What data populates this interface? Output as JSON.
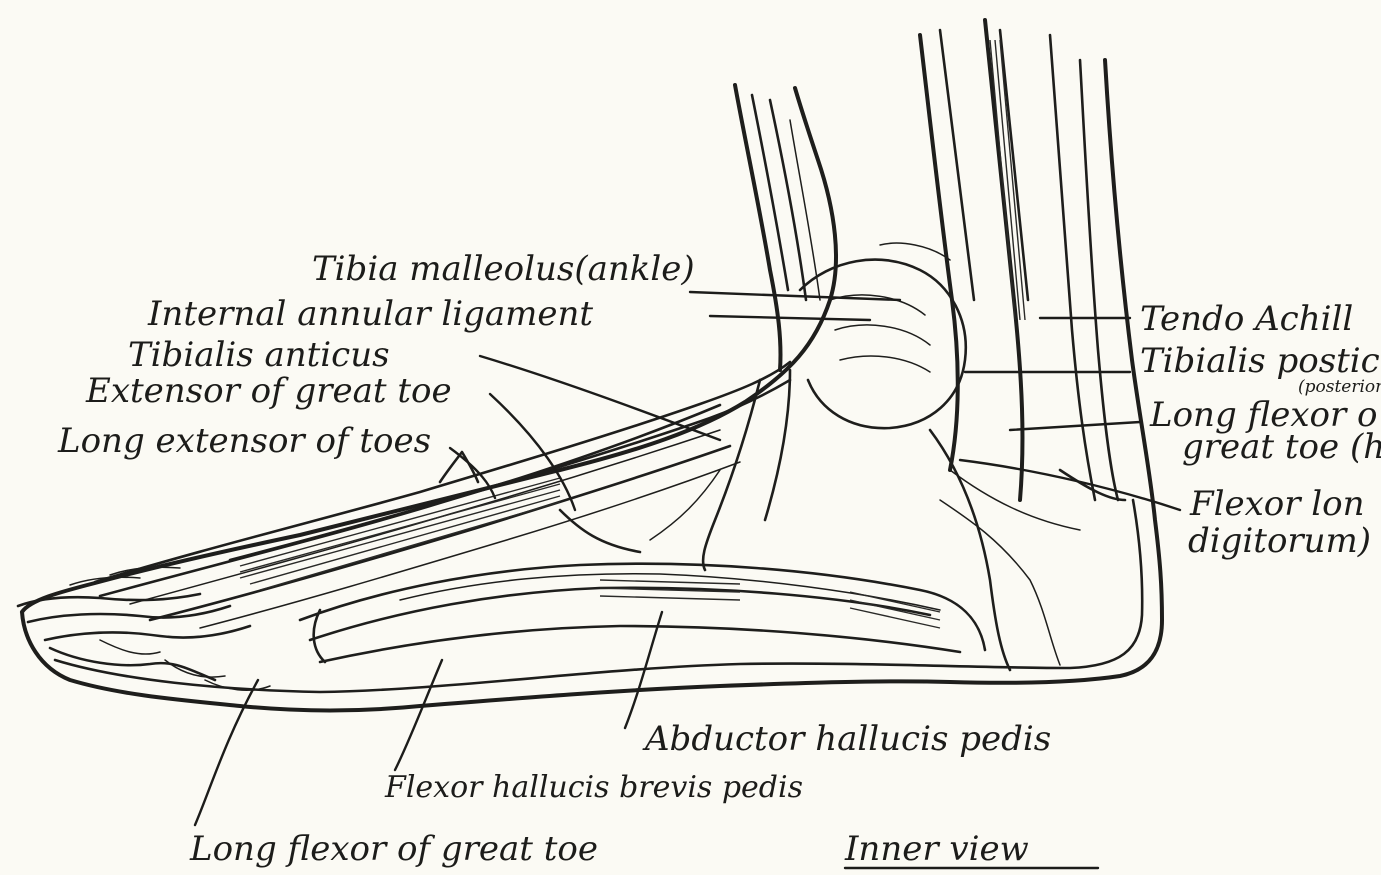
{
  "diagram": {
    "caption": "Inner view",
    "labels": {
      "tibia_malleolus": "Tibia malleolus(ankle)",
      "internal_annular_ligament": "Internal annular ligament",
      "tibialis_anticus": "Tibialis anticus",
      "extensor_great_toe": "Extensor of great toe",
      "long_extensor_toes": "Long extensor of toes",
      "tendo_achillis": "Tendo Achill",
      "tibialis_posticus": "Tibialis postic",
      "tibialis_posticus_sub": "(posterior)",
      "long_flexor_great_toe_right_1": "Long flexor o",
      "long_flexor_great_toe_right_2": "great toe (h",
      "flexor_longus_1": "Flexor lon",
      "flexor_longus_2": "digitorum)",
      "abductor_hallucis": "Abductor hallucis pedis",
      "flexor_hallucis_brevis": "Flexor hallucis brevis pedis",
      "long_flexor_great_toe_bottom": "Long flexor of great toe"
    }
  },
  "colors": {
    "paper": "#fbfaf4",
    "ink": "#1c1c1a"
  }
}
